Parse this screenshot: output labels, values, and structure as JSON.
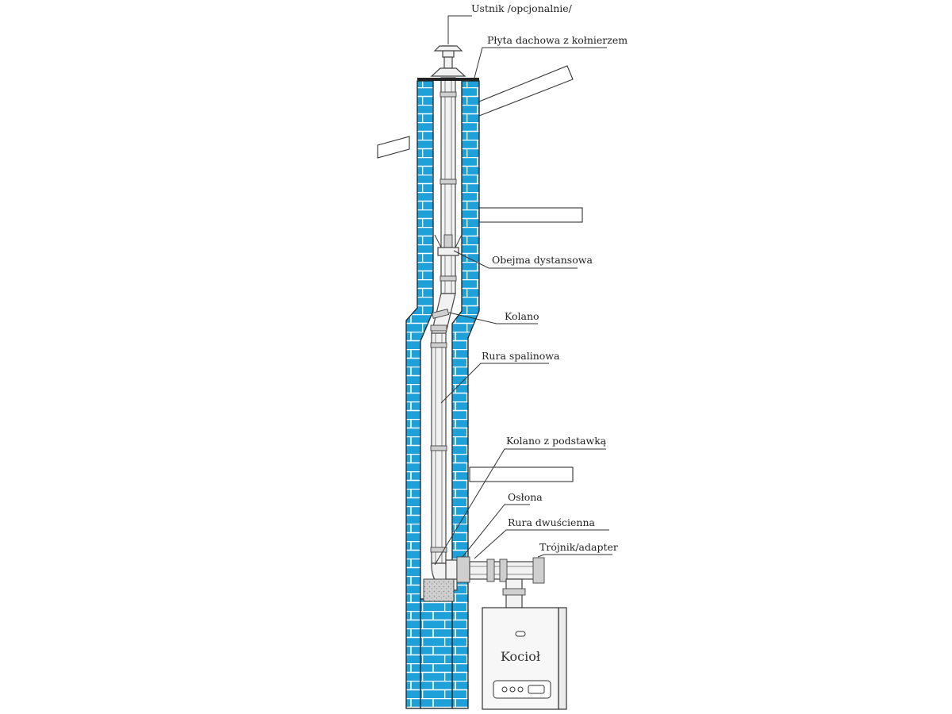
{
  "colors": {
    "brick": "#1ea1d8",
    "mortar": "#ffffff",
    "pipe": "#f2f2f2",
    "outline": "#222222",
    "concrete": "#c8c8c8"
  },
  "labels": {
    "cap": "Ustnik /opcjonalnie/",
    "roof_plate": "Płyta dachowa z kołnierzem",
    "spacer_clamp": "Obejma dystansowa",
    "elbow": "Kolano",
    "flue_pipe": "Rura spalinowa",
    "elbow_with_base": "Kolano z podstawką",
    "cover": "Osłona",
    "double_wall_pipe": "Rura dwuścienna",
    "tee_adapter": "Trójnik/adapter"
  },
  "boiler": {
    "label": "Kocioł"
  },
  "icons": {
    "chimney": "brick-chimney-icon",
    "boiler_controls": "control-panel-icon"
  }
}
